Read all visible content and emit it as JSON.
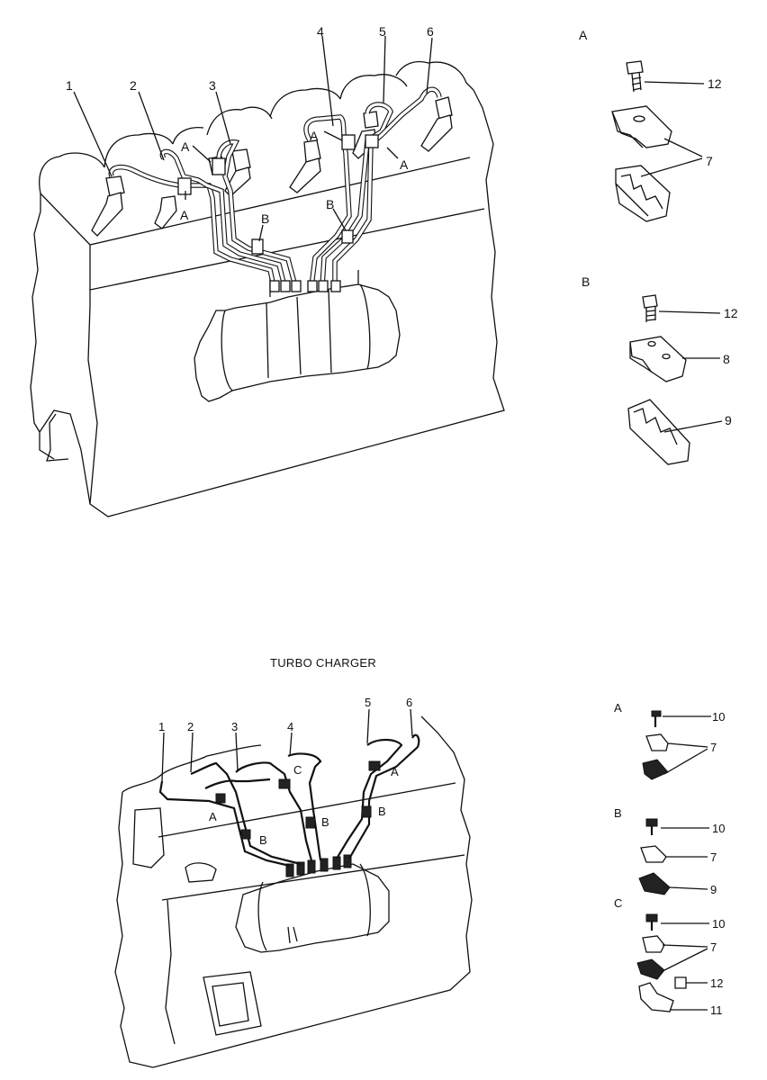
{
  "top_diagram": {
    "pipe_numbers": [
      "1",
      "2",
      "3",
      "4",
      "5",
      "6"
    ],
    "clamp_labels": {
      "a": "A",
      "b": "B"
    }
  },
  "detail_top": {
    "A": {
      "title": "A",
      "parts": [
        "12",
        "7"
      ]
    },
    "B": {
      "title": "B",
      "parts": [
        "12",
        "8",
        "9"
      ]
    }
  },
  "bottom_title": "TURBO CHARGER",
  "bottom_diagram": {
    "pipe_numbers": [
      "1",
      "2",
      "3",
      "4",
      "5",
      "6"
    ],
    "clamp_labels": {
      "a": "A",
      "b": "B",
      "c": "C"
    }
  },
  "detail_bottom": {
    "A": {
      "title": "A",
      "parts": [
        "10",
        "7"
      ]
    },
    "B": {
      "title": "B",
      "parts": [
        "10",
        "7",
        "9"
      ]
    },
    "C": {
      "title": "C",
      "parts": [
        "10",
        "7",
        "12",
        "11"
      ]
    }
  }
}
